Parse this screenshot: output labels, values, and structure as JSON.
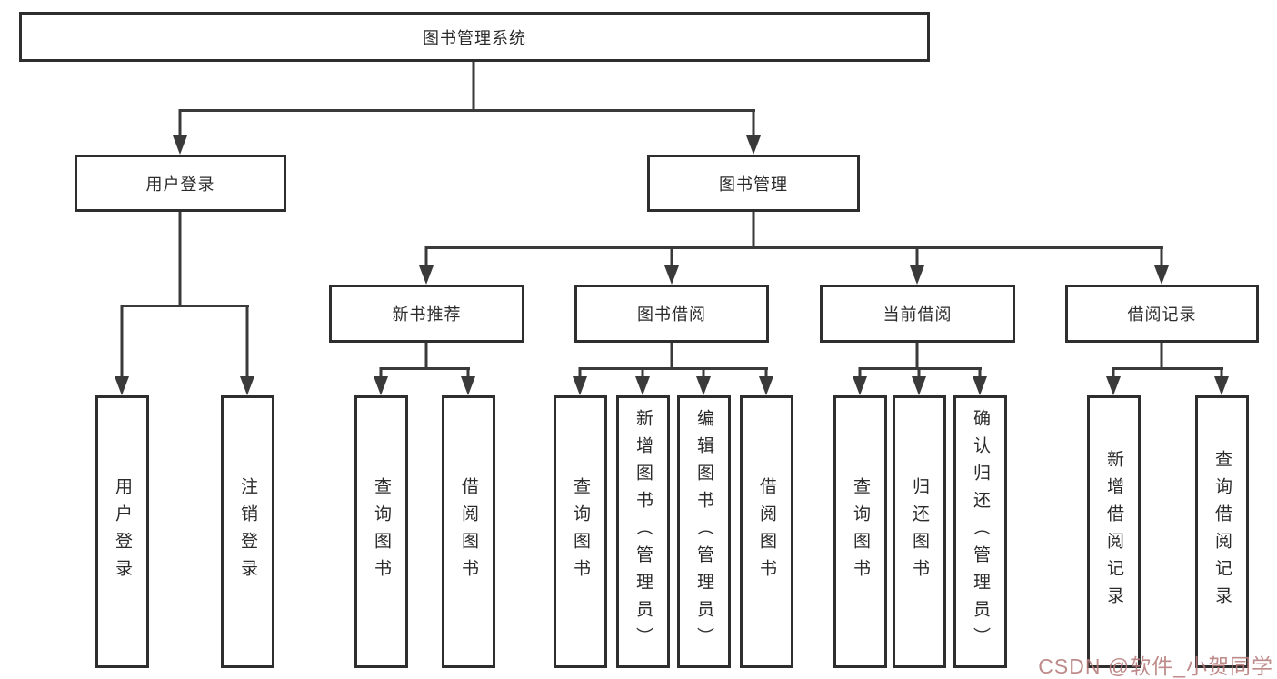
{
  "diagram": {
    "root": {
      "label": "图书管理系统"
    },
    "level2": [
      {
        "label": "用户登录"
      },
      {
        "label": "图书管理"
      }
    ],
    "level3": [
      {
        "label": "新书推荐"
      },
      {
        "label": "图书借阅"
      },
      {
        "label": "当前借阅"
      },
      {
        "label": "借阅记录"
      }
    ],
    "leaves": {
      "user_login": [
        "用户登录",
        "注销登录"
      ],
      "new_book": [
        "查询图书",
        "借阅图书"
      ],
      "book_borrow": [
        "查询图书",
        "新增图书（管理员）",
        "编辑图书（管理员）",
        "借阅图书"
      ],
      "current_borrow": [
        "查询图书",
        "归还图书",
        "确认归还（管理员）"
      ],
      "borrow_records": [
        "新增借阅记录",
        "查询借阅记录"
      ]
    }
  },
  "watermark": {
    "text": "CSDN @软件_小贺同学",
    "color": "#b57a7a"
  },
  "colors": {
    "line": "#3a3a3a",
    "box_border": "#2e2e2e",
    "text": "#2b2b2b",
    "background": "#ffffff"
  }
}
